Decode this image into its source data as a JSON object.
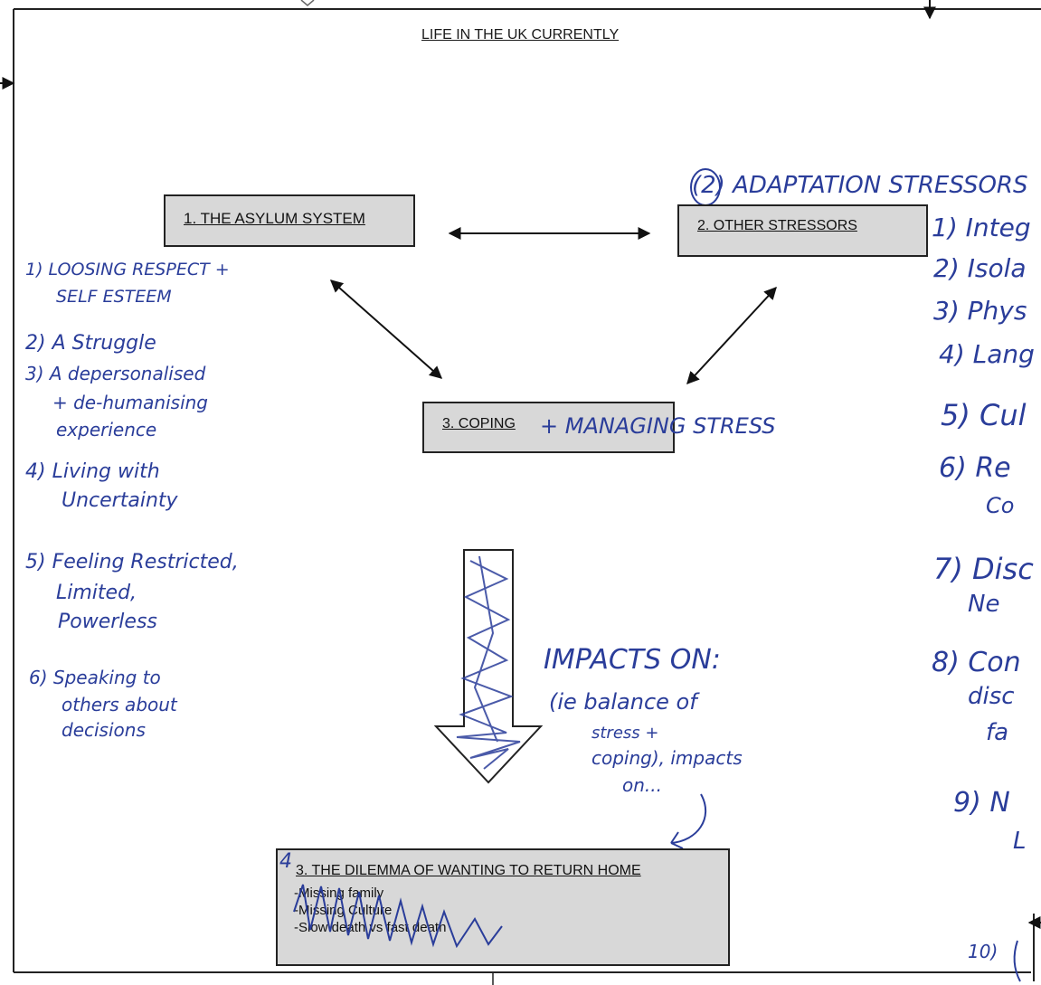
{
  "page": {
    "title": "LIFE IN THE UK CURRENTLY"
  },
  "boxes": {
    "asylum": "1. THE ASYLUM SYSTEM",
    "other": "2. OTHER STRESSORS",
    "coping": "3. COPING",
    "dilemma": {
      "title": "3. THE DILEMMA OF WANTING TO RETURN HOME",
      "items": [
        "-Missing family",
        "-Missing Culture",
        "-Slow death vs fast death"
      ]
    }
  },
  "handwriting": {
    "adaptation": "(2) ADAPTATION STRESSORS",
    "managing": "+ MANAGING STRESS",
    "impacts_title": "IMPACTS ON:",
    "impacts_line1": "(ie balance of",
    "impacts_line2": "stress +",
    "impacts_line3": "coping), impacts",
    "impacts_line4": "on...",
    "dilemma_number": "4",
    "left_list": [
      [
        "1) LOOSING RESPECT +",
        "SELF ESTEEM"
      ],
      [
        "2) A Struggle"
      ],
      [
        "3) A depersonalised",
        "+ de-humanising",
        "experience"
      ],
      [
        "4) Living with",
        "Uncertainty"
      ],
      [
        "5) Feeling Restricted,",
        "Limited,",
        "Powerless"
      ],
      [
        "6) Speaking to",
        "others about",
        "decisions"
      ]
    ],
    "right_list": [
      "1) Integ",
      "2) Isola",
      "3) Phys",
      "4) Lang",
      "5) Cul",
      "6) Re",
      "Co",
      "7) Disc",
      "Ne",
      "8) Con",
      "disc",
      "fa",
      "9) N",
      "L",
      "10) "
    ]
  },
  "colors": {
    "ink": "#2a3d9a",
    "box_fill": "#d8d8d8",
    "border": "#222222"
  }
}
